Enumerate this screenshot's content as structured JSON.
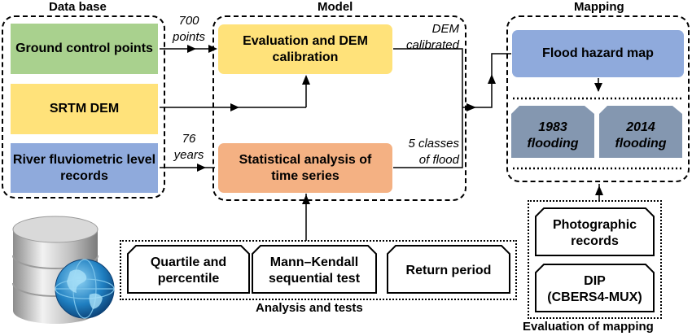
{
  "database": {
    "title": "Data base",
    "ground_control": "Ground control points",
    "srtm": "SRTM DEM",
    "river": "River fluviometric level records"
  },
  "model": {
    "title": "Model",
    "evaluation": "Evaluation and DEM calibration",
    "statistical": "Statistical analysis of time series"
  },
  "annotations": {
    "points_top": "700",
    "points_bottom": "points",
    "years_top": "76",
    "years_bottom": "years",
    "dem_top": "DEM",
    "dem_bottom": "calibrated",
    "classes_top": "5 classes",
    "classes_bottom": "of flood"
  },
  "mapping": {
    "title": "Mapping",
    "flood_map": "Flood hazard map",
    "flood_1983": "1983 flooding",
    "flood_2014": "2014 flooding"
  },
  "analysis": {
    "title": "Analysis and tests",
    "quartile": "Quartile and percentile",
    "mann_kendall": "Mann–Kendall sequential test",
    "return_period": "Return period"
  },
  "evaluation_mapping": {
    "title": "Evaluation of mapping",
    "photographic": "Photographic records",
    "dip_top": "DIP",
    "dip_bottom": "(CBERS4-MUX)"
  },
  "icons": {
    "database": "database-globe-icon"
  },
  "colors": {
    "green": "#a9d18e",
    "yellow": "#ffe27a",
    "blue": "#8faadc",
    "orange": "#f4b183",
    "flood_box": "#8497b0"
  }
}
